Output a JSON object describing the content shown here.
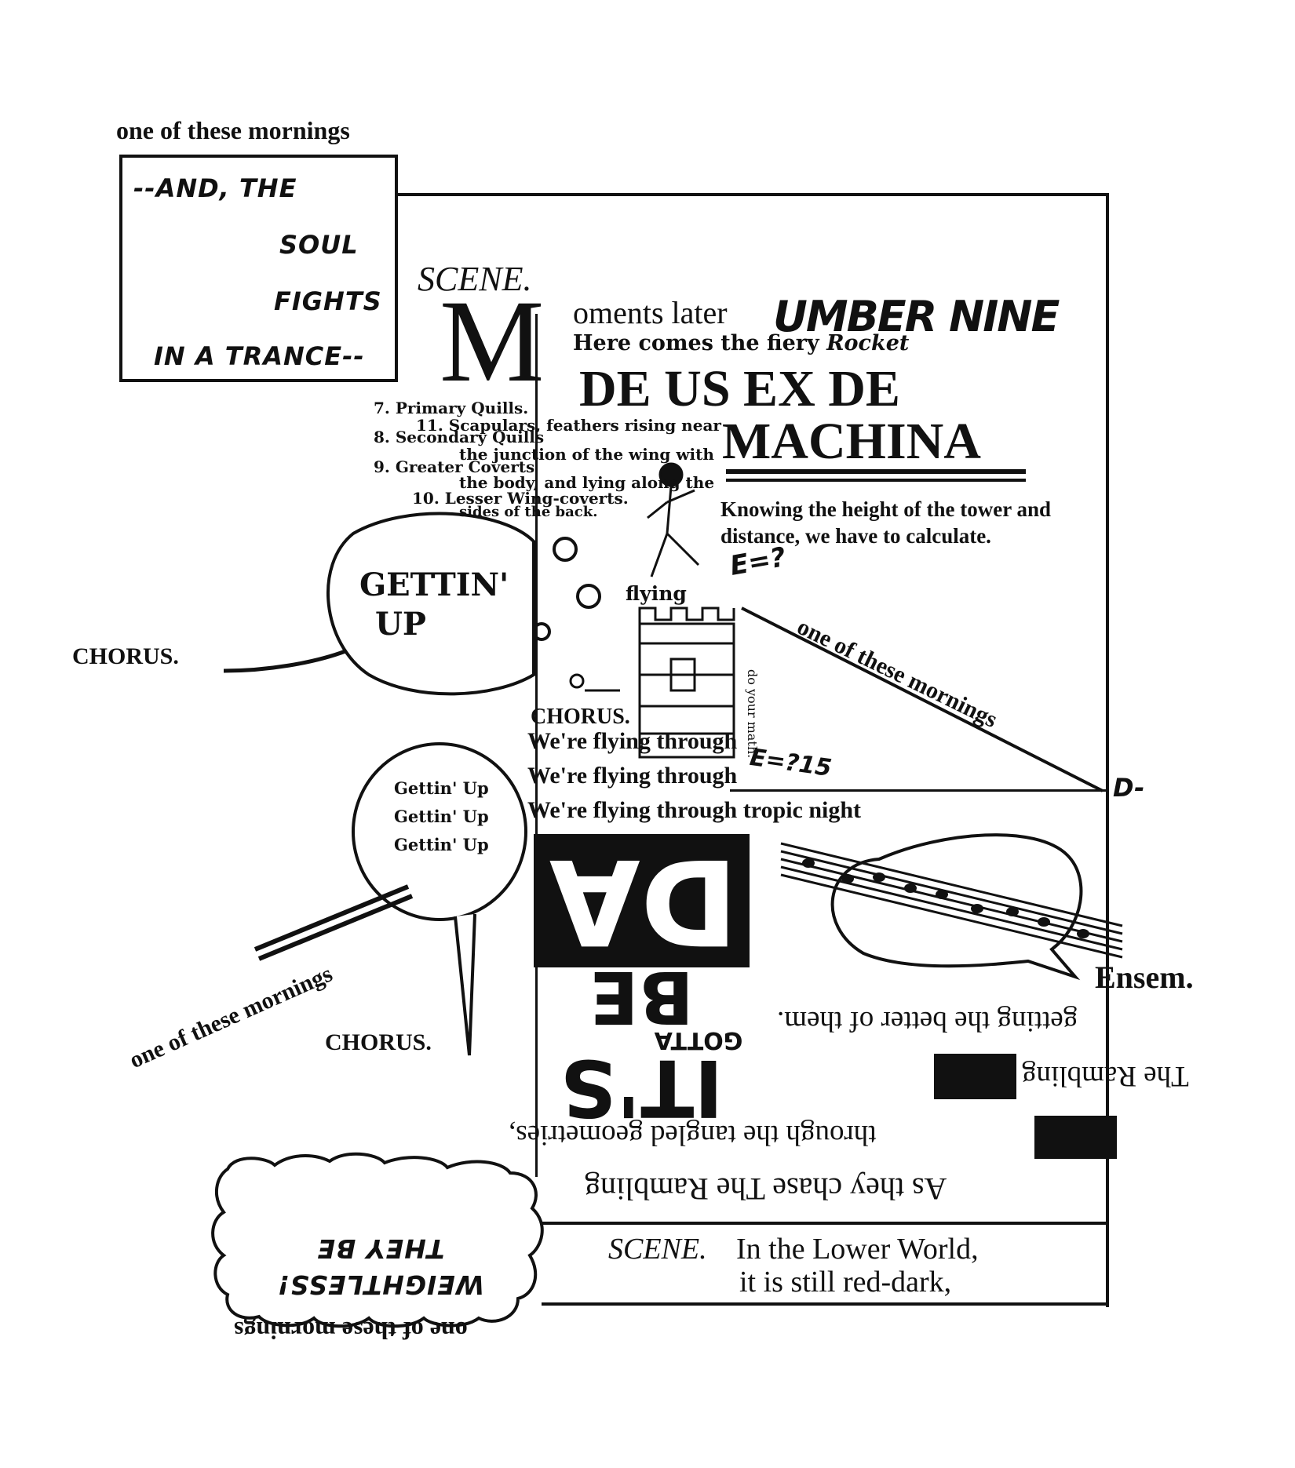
{
  "refrain": "one of these mornings",
  "caption_box": {
    "line1": "--AND, THE",
    "line2": "SOUL",
    "line3": "FIGHTS",
    "line4": "IN A TRANCE--"
  },
  "scene_heading": "SCENE.",
  "drop_cap": "M",
  "moments_later": "oments later",
  "number_nine": "UMBER NINE",
  "rocket_line": "Here comes the fiery",
  "rocket_word": "Rocket",
  "deus_line1": "DE US EX DE",
  "deus_line2": "MACHINA",
  "wing_list": [
    "7. Primary Quills.",
    "11. Scapulars, feathers rising near",
    "8. Secondary Quills",
    "the junction of the wing with",
    "9. Greater Coverts",
    "the body, and lying along the",
    "10. Lesser Wing-coverts.",
    "sides of the back."
  ],
  "tower_text": "Knowing the height of the tower and distance, we have to calculate.",
  "tower_text_line1": "Knowing the height of the tower and",
  "tower_text_line2": "distance, we have to calculate.",
  "math_note": "do your math.",
  "flying_label": "flying",
  "label_e": "E=?",
  "label_e2": "E=?15",
  "label_d": "D-",
  "chorus": "CHORUS.",
  "bubble1": {
    "line1": "GETTIN'",
    "line2": "UP"
  },
  "bubble2": [
    "Gettin' Up",
    "Gettin' Up",
    "Gettin' Up"
  ],
  "flying_through": [
    "We're flying through",
    "We're flying through",
    "We're flying through tropic night"
  ],
  "block_letters": {
    "top": "DA",
    "mid": "BE",
    "small": "GOTTA",
    "bottom": "IT'S"
  },
  "ensem": "Ensem.",
  "upside_down": {
    "better": "getting the better of them.",
    "rambling1": "The Rambling",
    "geometries": "through the tangled geometries,",
    "chase": "As they chase The Rambling"
  },
  "weightless": {
    "line1": "THEY BE",
    "line2": "WEIGHTLESS!"
  },
  "lower_scene": {
    "heading": "SCENE.",
    "line1": "In the Lower World,",
    "line2": "it is still red-dark,"
  },
  "colors": {
    "ink": "#111111",
    "paper": "#ffffff"
  }
}
